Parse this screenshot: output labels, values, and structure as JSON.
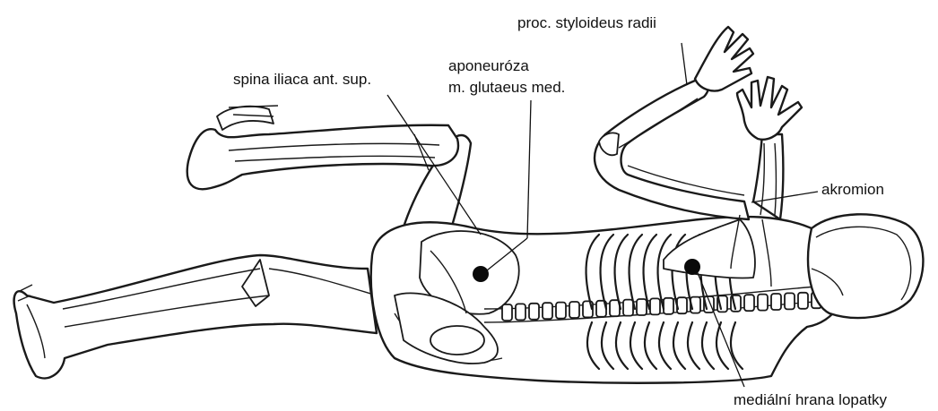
{
  "labels": {
    "proc_styloideus": "proc. styloideus radii",
    "aponeurosis_line1": "aponeuróza",
    "aponeurosis_line2": "m. glutaeus med.",
    "spina_iliaca": "spina iliaca ant. sup.",
    "akromion": "akromion",
    "medialni_hrana": "mediální hrana lopatky"
  },
  "colors": {
    "ink": "#1a1a1a",
    "background": "#ffffff",
    "marker": "#0a0a0a"
  }
}
